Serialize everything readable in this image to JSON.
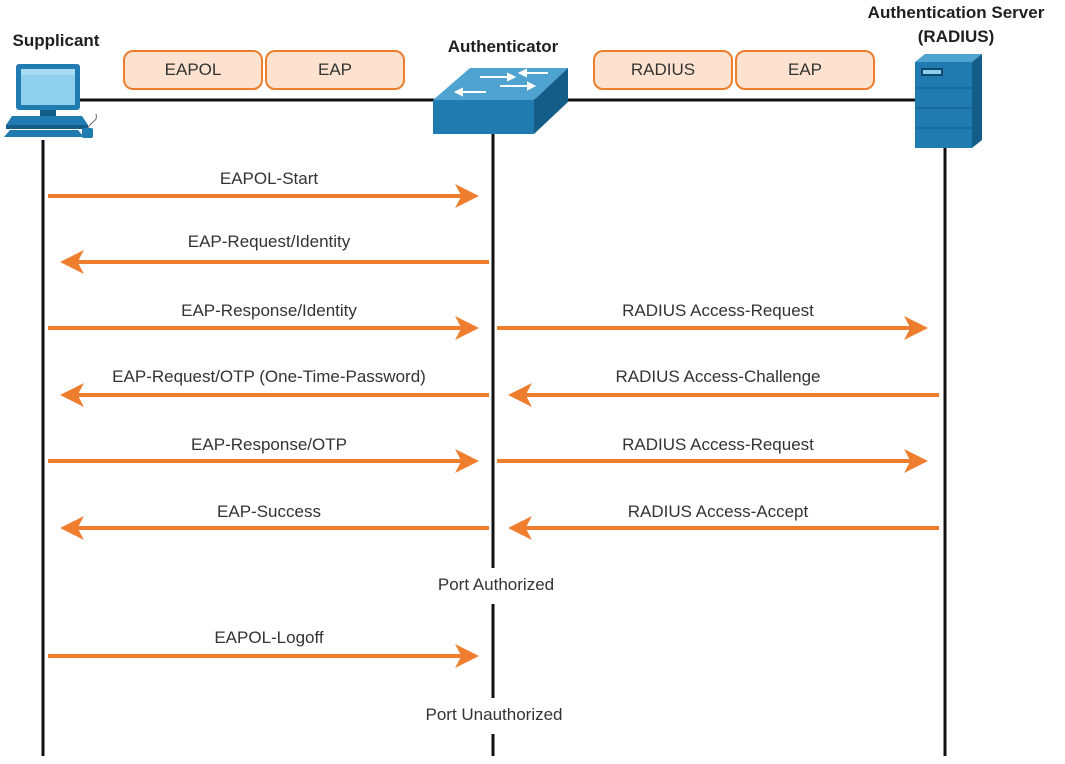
{
  "colors": {
    "arrow": "#ee7d2e",
    "pill_fill": "#fde3cf",
    "pill_stroke": "#ee7d2e",
    "device_blue": "#1f7bb0",
    "device_dark": "#145d88",
    "line": "#111111"
  },
  "nodes": {
    "supplicant": {
      "title": "Supplicant",
      "icon": "pc-icon"
    },
    "authenticator": {
      "title": "Authenticator",
      "icon": "switch-icon"
    },
    "server": {
      "title_line1": "Authentication Server",
      "title_line2": "(RADIUS)",
      "icon": "server-icon"
    }
  },
  "protocols": {
    "left": [
      "EAPOL",
      "EAP"
    ],
    "right": [
      "RADIUS",
      "EAP"
    ]
  },
  "messages": {
    "m1": {
      "label": "EAPOL-Start",
      "direction": "right"
    },
    "m2": {
      "label": "EAP-Request/Identity",
      "direction": "left"
    },
    "m3": {
      "label": "EAP-Response/Identity",
      "direction": "right"
    },
    "m4": {
      "label": "RADIUS Access-Request",
      "direction": "right"
    },
    "m5": {
      "label": "EAP-Request/OTP (One-Time-Password)",
      "direction": "left"
    },
    "m6": {
      "label": "RADIUS Access-Challenge",
      "direction": "left"
    },
    "m7": {
      "label": "EAP-Response/OTP",
      "direction": "right"
    },
    "m8": {
      "label": "RADIUS Access-Request",
      "direction": "right"
    },
    "m9": {
      "label": "EAP-Success",
      "direction": "left"
    },
    "m10": {
      "label": "RADIUS Access-Accept",
      "direction": "left"
    },
    "m11": {
      "label": "EAPOL-Logoff",
      "direction": "right"
    }
  },
  "port_states": {
    "authorized": "Port Authorized",
    "unauthorized": "Port Unauthorized"
  }
}
